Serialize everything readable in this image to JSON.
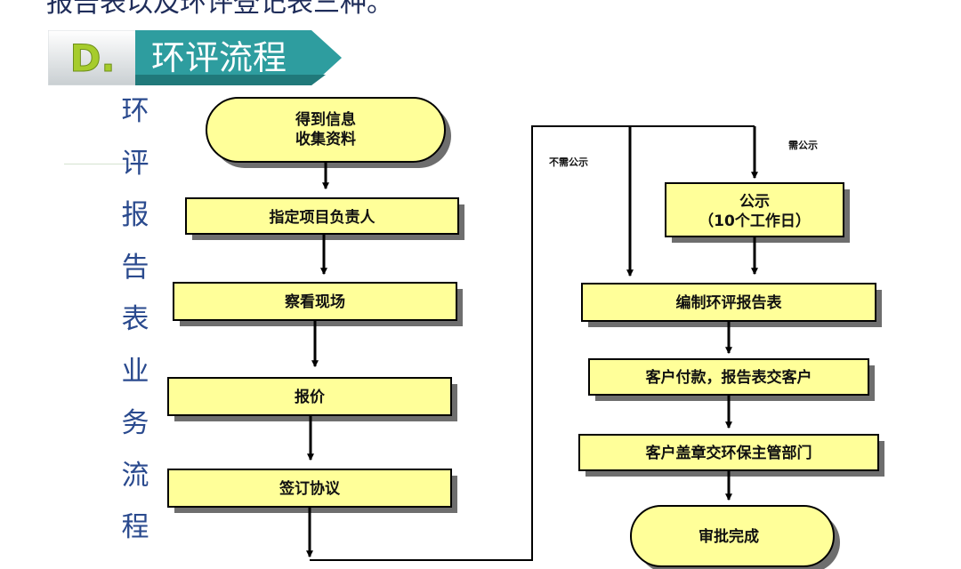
{
  "header": {
    "top_caption": "报告表以及环评登记表三种。",
    "logo_letter": "D.",
    "section_title": "环评流程"
  },
  "sidebar": {
    "vertical_title": [
      "环",
      "评",
      "报",
      "告",
      "表",
      "业",
      "务",
      "流",
      "程"
    ]
  },
  "flow": {
    "start": [
      "得到信息",
      "收集资料"
    ],
    "assign": "指定项目负责人",
    "survey": "察看现场",
    "quote": "报价",
    "sign": "签订协议",
    "label_no_notice": "不需公示",
    "label_notice": "需公示",
    "notice": [
      "公示",
      "（10个工作日）"
    ],
    "compile": "编制环评报告表",
    "payment": "客户付款，报告表交客户",
    "stamp": "客户盖章交环保主管部门",
    "end": "审批完成"
  },
  "colors": {
    "box_fill": "#ffff99",
    "shadow": "#6e6e6e",
    "banner": "#2e9d9f",
    "side_text": "#2a4a8e"
  }
}
